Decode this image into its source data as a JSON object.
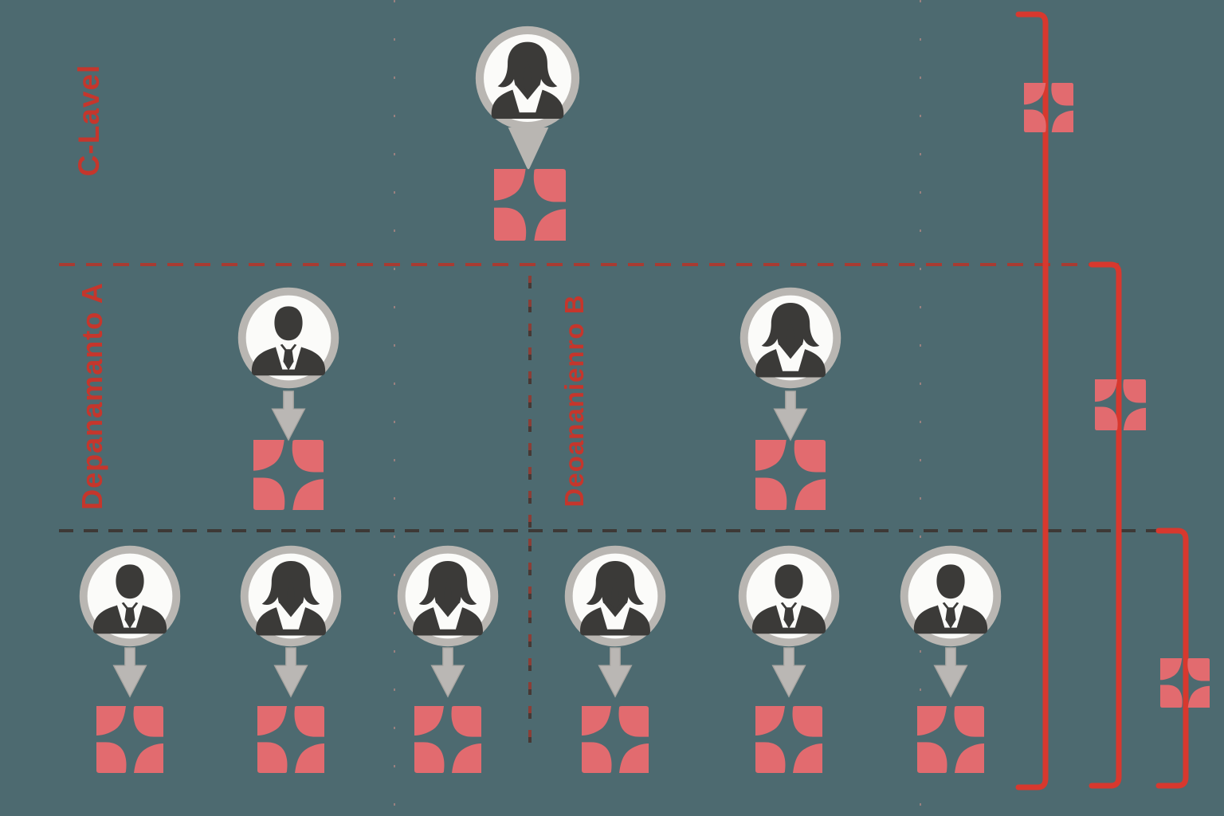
{
  "diagram_type": "organizational-chart",
  "levels": {
    "c_level_label": "C-Lavel",
    "department_a_label": "Depanamanto A",
    "department_b_label": "Deoananienro B"
  },
  "org": {
    "nodes": [
      {
        "id": "ceo",
        "level": "c-level",
        "person": "woman",
        "icon": "woman-avatar-icon",
        "points_to": "company-logo-icon"
      },
      {
        "id": "dept-a-head",
        "level": "department-a",
        "person": "man",
        "icon": "man-avatar-icon",
        "points_to": "company-logo-icon"
      },
      {
        "id": "dept-b-head",
        "level": "department-b",
        "person": "woman",
        "icon": "woman-avatar-icon",
        "points_to": "company-logo-icon"
      },
      {
        "id": "staff-1",
        "level": "staff",
        "person": "man",
        "icon": "man-avatar-icon",
        "points_to": "company-logo-icon"
      },
      {
        "id": "staff-2",
        "level": "staff",
        "person": "woman",
        "icon": "woman-avatar-icon",
        "points_to": "company-logo-icon"
      },
      {
        "id": "staff-3",
        "level": "staff",
        "person": "woman",
        "icon": "woman-avatar-icon",
        "points_to": "company-logo-icon"
      },
      {
        "id": "staff-4",
        "level": "staff",
        "person": "woman",
        "icon": "woman-avatar-icon",
        "points_to": "company-logo-icon"
      },
      {
        "id": "staff-5",
        "level": "staff",
        "person": "man",
        "icon": "man-avatar-icon",
        "points_to": "company-logo-icon"
      },
      {
        "id": "staff-6",
        "level": "staff",
        "person": "man",
        "icon": "man-avatar-icon",
        "points_to": "company-logo-icon"
      }
    ]
  },
  "brackets": [
    {
      "id": "bracket-all-levels",
      "icon": "company-logo-icon",
      "spans": "c-level + departments + staff"
    },
    {
      "id": "bracket-departments",
      "icon": "company-logo-icon",
      "spans": "departments + staff"
    },
    {
      "id": "bracket-staff",
      "icon": "company-logo-icon",
      "spans": "staff"
    }
  ],
  "colors": {
    "background": "#4d6a70",
    "logo": "#e26b6f",
    "bracket_line": "#d8382e",
    "label_text": "#c5362c",
    "silhouette": "#3b3a38",
    "avatar_ring": "#b9b6b2",
    "avatar_fill": "#fbfbf9",
    "arrow": "#bab7b4",
    "dashed_red": "#b0372d",
    "dashed_dark": "#3c3531"
  }
}
